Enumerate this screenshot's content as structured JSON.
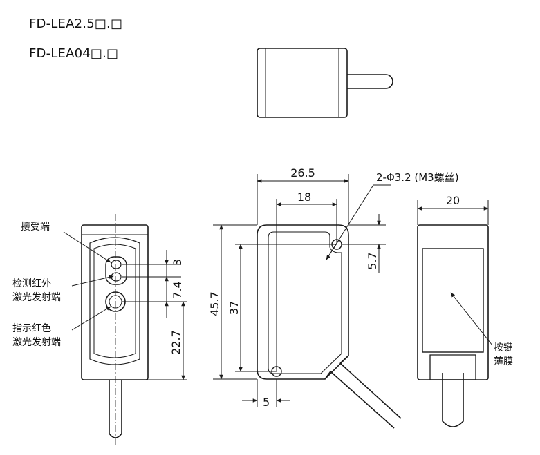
{
  "models": [
    "FD-LEA2.5□.□",
    "FD-LEA04□.□"
  ],
  "labels": {
    "receiver": "接受端",
    "detect_laser_line1": "检测红外",
    "detect_laser_line2": "激光发射端",
    "indicator_laser_line1": "指示红色",
    "indicator_laser_line2": "激光发射端",
    "button_film_line1": "按键",
    "button_film_line2": "薄膜",
    "screw_hole": "2-Φ3.2 (M3螺丝)"
  },
  "dimensions": {
    "width_body": "26.5",
    "hole_pitch_horizontal": "18",
    "depth": "20",
    "height_total": "45.7",
    "hole_pitch_vertical": "37",
    "hole_offset_top": "5.7",
    "hole_offset_side": "5",
    "aperture_gap_1": "3",
    "aperture_gap_2": "7.4",
    "aperture_bottom": "22.7"
  },
  "colors": {
    "line": "#1a1a1a",
    "background": "#ffffff"
  }
}
